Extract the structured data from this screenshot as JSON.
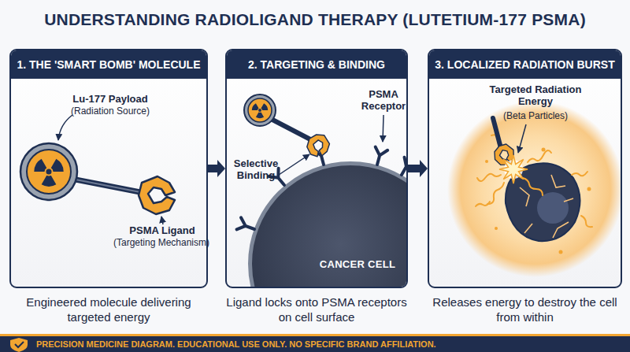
{
  "diagram": {
    "title": "UNDERSTANDING RADIOLIGAND THERAPY (LUTETIUM-177 PSMA)",
    "nodes": [
      {
        "text": [
          "1. THE 'SMART BOMB' MOLECULE",
          "Engineered molecule delivering targeted energy"
        ]
      },
      {
        "text": [
          "2. TARGETING & BINDING",
          "Ligand locks onto PSMA receptors on cell surface"
        ]
      },
      {
        "text": [
          "CANCER CELL"
        ],
        "in": 1
      },
      {
        "text": [
          "3. LOCALIZED RADIATION BURST",
          "Releases energy to destroy the cell from within"
        ]
      },
      {
        "text": [
          "PRECISION MEDICINE DIAGRAM. EDUCATIONAL USE ONLY. NO SPECIFIC BRAND AFFILIATION."
        ]
      }
    ],
    "edges": [
      {
        "from": 0,
        "to": 1,
        "arrow": "to"
      },
      {
        "from": 1,
        "to": 3,
        "arrow": "to"
      }
    ],
    "labels": [
      "Lu-177 Payload",
      "(Radiation Source)",
      "PSMA Ligand",
      "(Targeting Mechanism)",
      "Selective Binding",
      "PSMA Receptor",
      "Targeted Radiation Energy",
      "(Beta Particles)"
    ]
  }
}
